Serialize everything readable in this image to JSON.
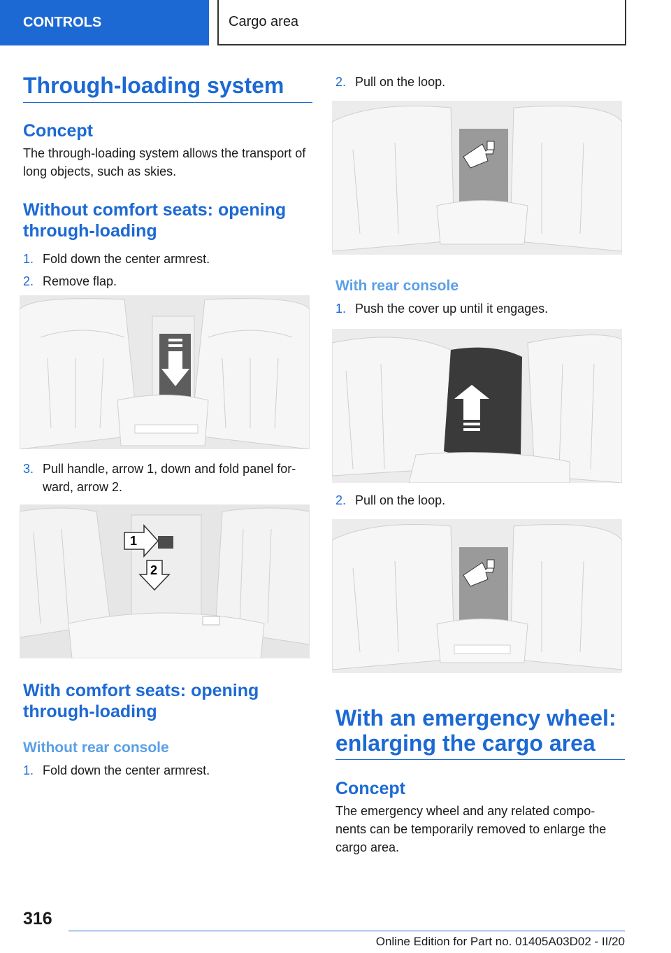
{
  "header": {
    "section": "CONTROLS",
    "topic": "Cargo area"
  },
  "left": {
    "title": "Through-loading system",
    "concept_heading": "Concept",
    "concept_text": "The through-loading system allows the transport of long objects, such as skies.",
    "without_comfort_heading": "Without comfort seats: opening through-loading",
    "steps_a": [
      {
        "num": "1.",
        "text": "Fold down the center armrest."
      },
      {
        "num": "2.",
        "text": "Remove flap."
      }
    ],
    "step_a3": {
      "num": "3.",
      "text": "Pull handle, arrow 1, down and fold panel for‐ward, arrow 2."
    },
    "with_comfort_heading": "With comfort seats: opening through-loading",
    "without_console_heading": "Without rear console",
    "step_b1": {
      "num": "1.",
      "text": "Fold down the center armrest."
    },
    "figure_labels": [
      "1",
      "2"
    ]
  },
  "right": {
    "step_b2": {
      "num": "2.",
      "text": "Pull on the loop."
    },
    "with_console_heading": "With rear console",
    "step_c1": {
      "num": "1.",
      "text": "Push the cover up until it engages."
    },
    "step_c2": {
      "num": "2.",
      "text": "Pull on the loop."
    },
    "emergency_heading": "With an emergency wheel: enlarging the cargo area",
    "concept_heading": "Concept",
    "concept_text": "The emergency wheel and any related compo‐nents can be temporarily removed to enlarge the cargo area."
  },
  "footer": {
    "page": "316",
    "edition": "Online Edition for Part no. 01405A03D02 - II/20"
  }
}
